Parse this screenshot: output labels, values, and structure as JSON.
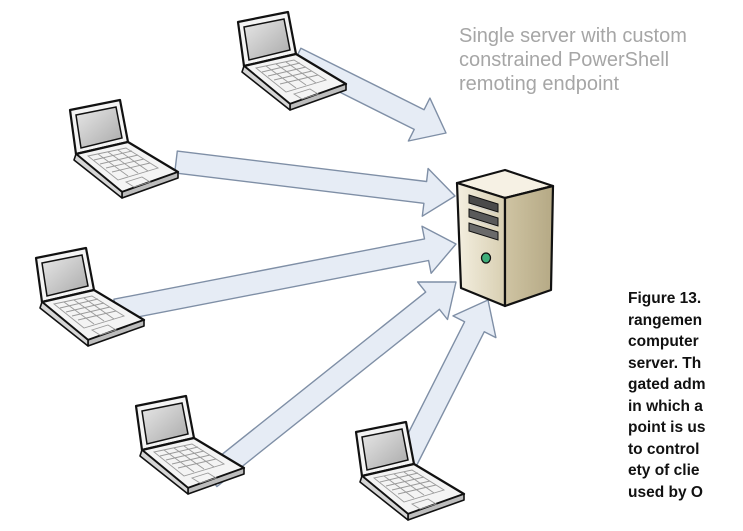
{
  "server_caption": {
    "lines": [
      "Single server with custom",
      "constrained PowerShell",
      "remoting endpoint"
    ]
  },
  "figure_caption": {
    "lines": [
      "Figure 13.",
      "rangemen",
      "computer",
      "server. Th",
      "gated adm",
      "in which a",
      "point is us",
      "to control",
      "ety of clie",
      "used by O"
    ]
  },
  "nodes": {
    "server": {
      "icon": "tower-server-icon"
    },
    "clients": [
      {
        "icon": "laptop-icon"
      },
      {
        "icon": "laptop-icon"
      },
      {
        "icon": "laptop-icon"
      },
      {
        "icon": "laptop-icon"
      },
      {
        "icon": "laptop-icon"
      }
    ]
  },
  "colors": {
    "arrow_fill": "#e6ecf5",
    "arrow_stroke": "#7f8fa6",
    "server_body": "#e8e0c8",
    "laptop_body": "#f2f2f2",
    "laptop_screen": "#c9c9c9"
  }
}
